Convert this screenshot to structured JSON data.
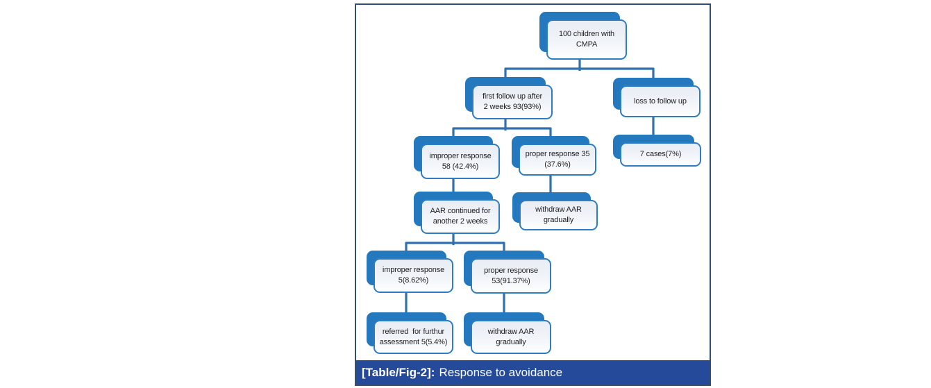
{
  "figure": {
    "caption": {
      "label": "[Table/Fig-2]:",
      "text": "Response to avoidance"
    },
    "flowchart": {
      "type": "hierarchy-flowchart",
      "nodes": {
        "root": {
          "lines": [
            "100 children with",
            "CMPA"
          ]
        },
        "first_follow_up": {
          "lines": [
            "first follow up after",
            "2 weeks 93(93%)"
          ]
        },
        "loss_to_follow_up": {
          "lines": [
            "loss to follow up"
          ]
        },
        "improper_response_58": {
          "lines": [
            "improper response",
            "58 (42.4%)"
          ]
        },
        "proper_response_35": {
          "lines": [
            "proper response 35",
            "(37.6%)"
          ]
        },
        "seven_cases": {
          "lines": [
            "7 cases(7%)"
          ]
        },
        "aar_continued": {
          "lines": [
            "AAR continued for",
            "another 2 weeks"
          ]
        },
        "withdraw_aar_upper": {
          "lines": [
            "withdraw AAR",
            "gradually"
          ]
        },
        "improper_response_5": {
          "lines": [
            "improper response",
            "5(8.62%)"
          ]
        },
        "proper_response_53": {
          "lines": [
            "proper response",
            "53(91.37%)"
          ]
        },
        "referred_assessment": {
          "lines": [
            "referred  for furthur",
            "assessment 5(5.4%)"
          ]
        },
        "withdraw_aar_lower": {
          "lines": [
            "withdraw AAR",
            "gradually"
          ]
        }
      },
      "edges": [
        {
          "from": "root",
          "to": "first_follow_up"
        },
        {
          "from": "root",
          "to": "loss_to_follow_up"
        },
        {
          "from": "first_follow_up",
          "to": "improper_response_58"
        },
        {
          "from": "first_follow_up",
          "to": "proper_response_35"
        },
        {
          "from": "loss_to_follow_up",
          "to": "seven_cases"
        },
        {
          "from": "improper_response_58",
          "to": "aar_continued"
        },
        {
          "from": "proper_response_35",
          "to": "withdraw_aar_upper"
        },
        {
          "from": "aar_continued",
          "to": "improper_response_5"
        },
        {
          "from": "aar_continued",
          "to": "proper_response_53"
        },
        {
          "from": "improper_response_5",
          "to": "referred_assessment"
        },
        {
          "from": "proper_response_53",
          "to": "withdraw_aar_lower"
        }
      ],
      "colors": {
        "node_shadow": "#2478BD",
        "node_border": "#2E7CC1",
        "node_fill_top": "#E8EDF4",
        "connector": "#3170AF",
        "frame_border": "#31506F",
        "caption_band": "#254A99",
        "caption_text": "#FFFFFF"
      }
    }
  }
}
